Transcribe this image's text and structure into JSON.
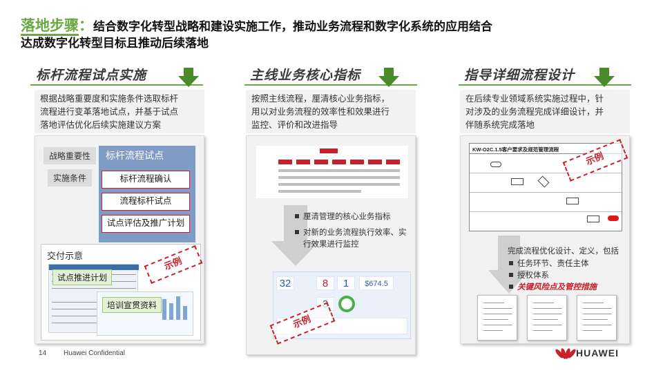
{
  "title": {
    "highlight": "落地步骤",
    "colon": "：",
    "line1": "结合数字化转型战略和建设实施工作，推动业务流程和数字化系统的应用结合",
    "line2": "达成数字化转型目标且推动后续落地"
  },
  "columns": [
    {
      "heading": "标杆流程试点实施",
      "desc": [
        "根据战略重要度和实施条件选取标杆",
        "流程进行变革落地试点，并基于试点",
        "落地评估优化后续实施建议方案"
      ],
      "tags": [
        "战略重要性",
        "实施条件"
      ],
      "main_box": "标杆流程试点",
      "steps": [
        "标杆流程确认",
        "流程标杆试点",
        "试点评估及推广计划"
      ],
      "deliver_title": "交付示意",
      "pill1": "试点推进计划",
      "pill2": "培训宣贯资料",
      "stamp": "示例"
    },
    {
      "heading": "主线业务核心指标",
      "desc": [
        "按照主线流程，厘清核心业务指标，",
        "用以对业务流程的效率性和效果进行",
        "监控、评价和改进指导"
      ],
      "bullets": [
        "厘清管理的核心业务指标",
        "对新的业务流程执行效率、实行效果进行监控"
      ],
      "kpis": [
        "32",
        "8",
        "1",
        "$674.5",
        "3"
      ],
      "stamp": "示例"
    },
    {
      "heading": "指导详细流程设计",
      "desc": [
        "在后续专业领域系统实施过程中，针",
        "对涉及的业务流程完成详细设计，并",
        "伴随系统完成落地"
      ],
      "flow_title": "KW-O2C.1.5客户要求及规范管理流程",
      "lead": "完成流程优化设计、定义，包括",
      "bullets": [
        "任务环节、责任主体",
        "授权体系",
        "关键风险点及管控措施"
      ],
      "stamp": "示例"
    }
  ],
  "footer": {
    "page": "14",
    "confidential": "Huawei Confidential",
    "brand": "HUAWEI"
  },
  "colors": {
    "accent": "#6aa842",
    "red": "#c8202a",
    "blue": "#7f9cc7"
  }
}
